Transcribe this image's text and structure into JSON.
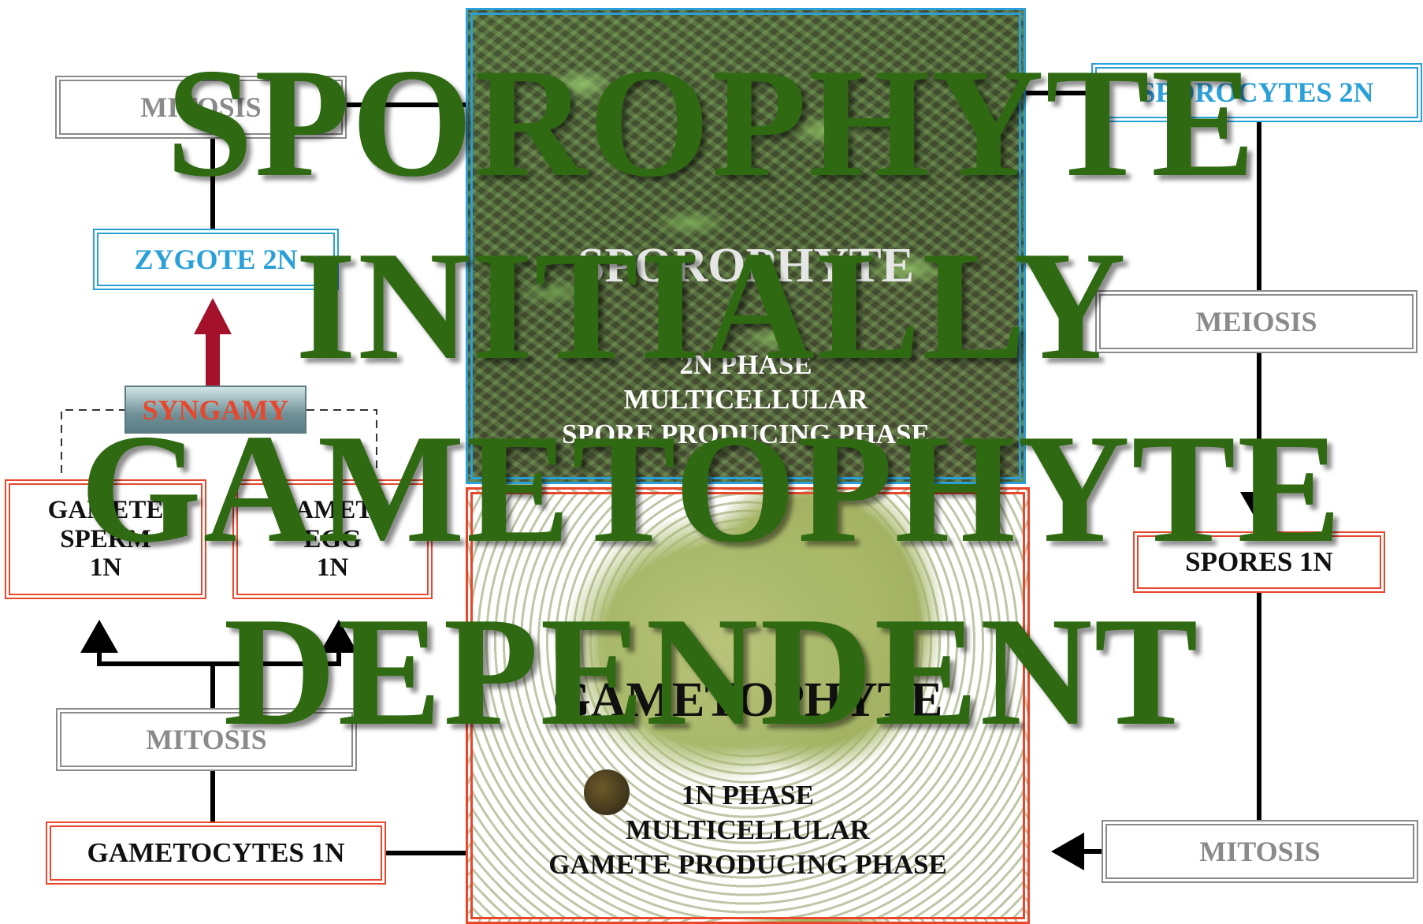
{
  "overlay": {
    "lines": [
      "SPOROPHYTE",
      "INITIALLY",
      "GAMETOPHYTE",
      "DEPENDENT"
    ],
    "color": "#2f6a12"
  },
  "sporophyte": {
    "title": "SPOROPHYTE",
    "lines": [
      "2N PHASE",
      "MULTICELLULAR",
      "SPORE PRODUCING PHASE"
    ]
  },
  "gametophyte": {
    "title": "GAMETOPHYTE",
    "lines": [
      "1N PHASE",
      "MULTICELLULAR",
      "GAMETE PRODUCING PHASE"
    ]
  },
  "boxes": {
    "mitosis_top": "MITOSIS",
    "sporocytes": "SPOROCYTES 2N",
    "zygote": "ZYGOTE 2N",
    "meiosis": "MEIOSIS",
    "syngamy": "SYNGAMY",
    "gamete_sperm": "GAMETE\nSPERM\n1N",
    "gamete_egg": "GAMETE\nEGG\n1N",
    "spores": "SPORES 1N",
    "mitosis_left": "MITOSIS",
    "gametocytes": "GAMETOCYTES 1N",
    "mitosis_right": "MITOSIS"
  },
  "colors": {
    "diploid_blue": "#2aa0d8",
    "haploid_red": "#e8472c",
    "process_grey": "#8a8a8a",
    "arrow_red": "#a3112a"
  }
}
